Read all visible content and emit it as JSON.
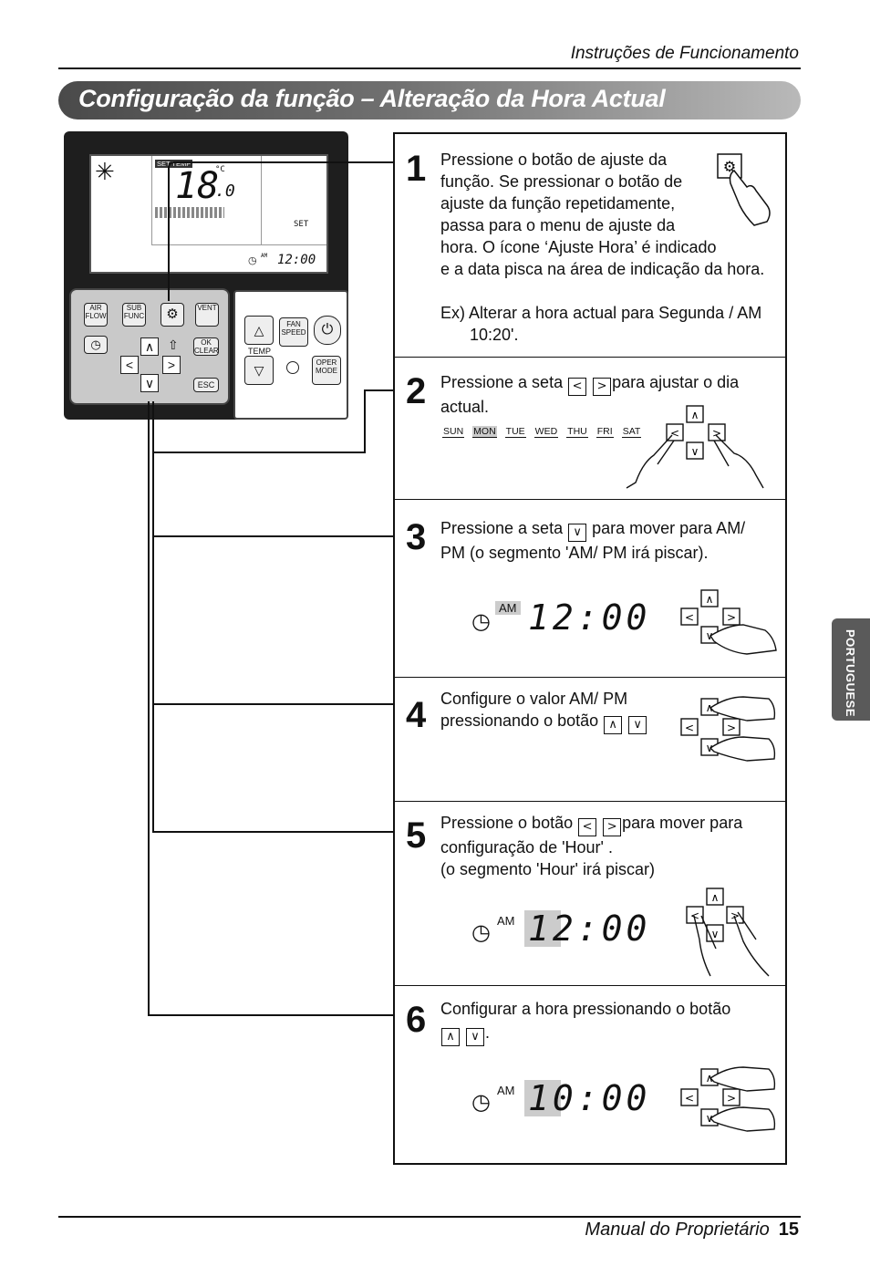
{
  "header": {
    "section": "Instruções de Funcionamento"
  },
  "title": "Configuração da função – Alteração da Hora Actual",
  "remote": {
    "lcd": {
      "set_temp": "SET TEMP",
      "temp": "18",
      "temp_dec": ".0",
      "unit": "°C",
      "clock_ampm": "AM",
      "clock": "12:00",
      "set": "SET"
    },
    "buttons": {
      "air_flow": "AIR FLOW",
      "sub_func": "SUB FUNC",
      "vent": "VENT",
      "ok_clear": "OK CLEAR",
      "esc": "ESC",
      "fan_speed": "FAN SPEED",
      "temp": "TEMP",
      "oper_mode": "OPER MODE"
    }
  },
  "steps": [
    {
      "number": "1",
      "lines": [
        "Pressione o botão de ajuste da",
        "função. Se pressionar o botão de",
        "ajuste da função repetidamente,",
        "passa para o menu de ajuste da",
        "hora. O ícone ‘Ajuste Hora’ é indicado",
        "e a data pisca na área de indicação da hora."
      ],
      "example_1": "Ex) Alterar a hora actual para Segunda / AM",
      "example_2": "10:20'."
    },
    {
      "number": "2",
      "text_a": "Pressione a seta",
      "text_b": "para ajustar o dia",
      "text_c": "actual.",
      "days": [
        "SUN",
        "MON",
        "TUE",
        "WED",
        "THU",
        "FRI",
        "SAT"
      ]
    },
    {
      "number": "3",
      "text_a": "Pressione a seta",
      "text_b": "para mover para AM/",
      "text_c": "PM (o segmento 'AM/ PM irá piscar).",
      "ampm": "AM",
      "time": "12:00"
    },
    {
      "number": "4",
      "text_a": "Configure o valor AM/ PM",
      "text_b": "pressionando o botão"
    },
    {
      "number": "5",
      "text_a": "Pressione  o botão",
      "text_b": "para mover para",
      "text_c": "configuração de 'Hour' .",
      "text_d": "(o segmento 'Hour' irá piscar)",
      "ampm": "AM",
      "time": "12:00"
    },
    {
      "number": "6",
      "text_a": "Configurar a hora pressionando o botão",
      "ampm": "AM",
      "time": "10:00"
    }
  ],
  "side_tab": "PORTUGUESE",
  "footer": {
    "label": "Manual do Proprietário",
    "page": "15"
  }
}
